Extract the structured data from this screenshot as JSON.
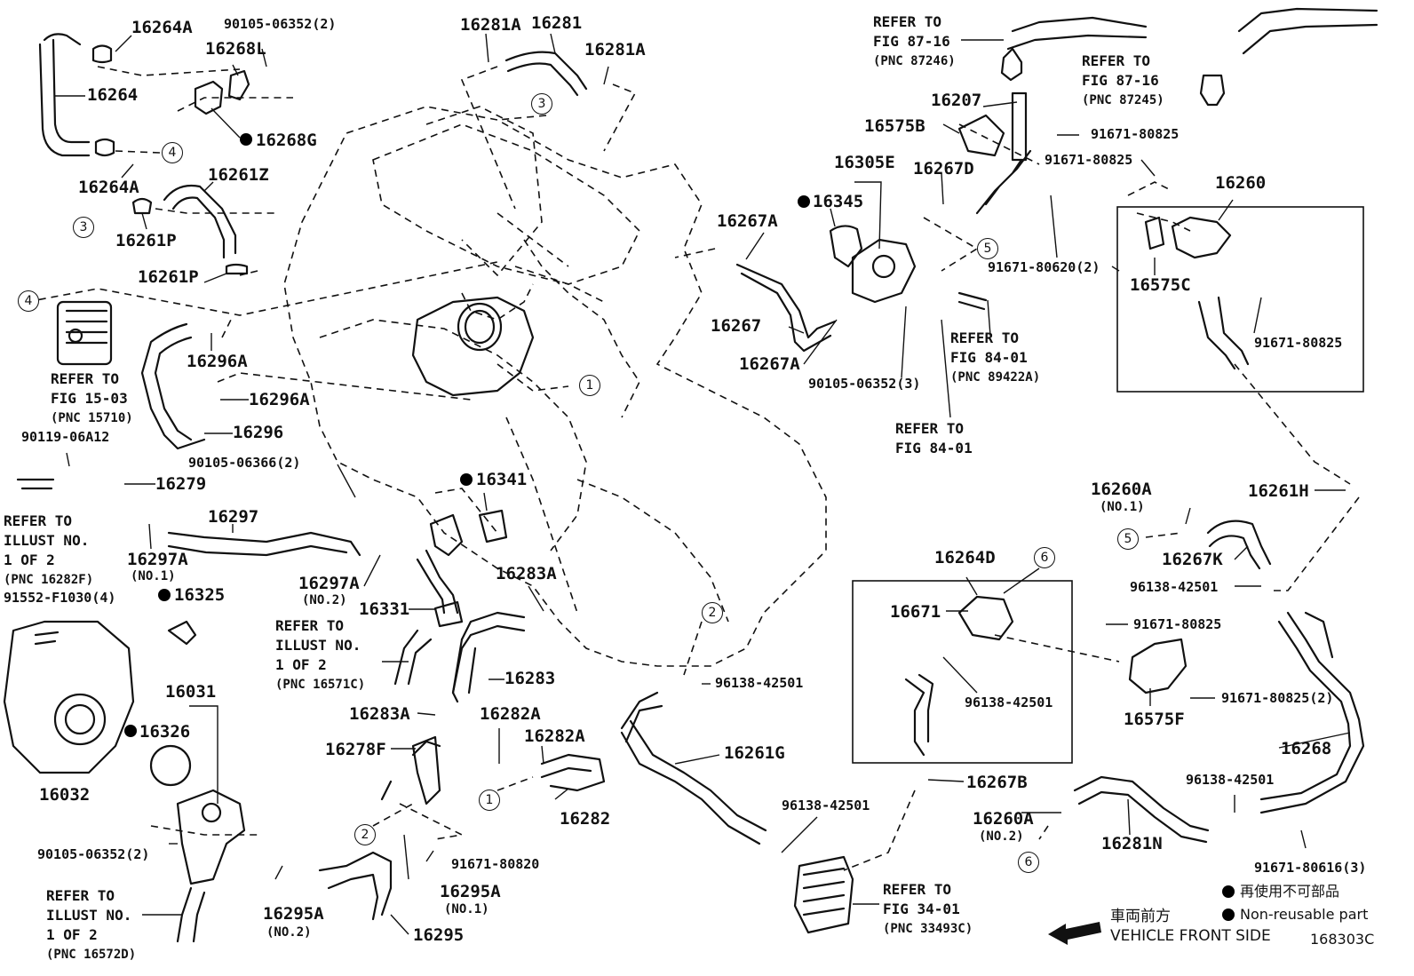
{
  "diagram_id": "168303C",
  "legend": {
    "ja": "再使用不可部品",
    "en": "Non-reusable part"
  },
  "front": {
    "ja": "車両前方",
    "en": "VEHICLE FRONT SIDE"
  },
  "refs": {
    "fig8716_a": {
      "l1": "REFER TO",
      "l2": "FIG 87-16",
      "l3": "(PNC 87246)"
    },
    "fig8716_b": {
      "l1": "REFER TO",
      "l2": "FIG 87-16",
      "l3": "(PNC 87245)"
    },
    "fig1503": {
      "l1": "REFER TO",
      "l2": "FIG 15-03",
      "l3": "(PNC 15710)"
    },
    "illust_16282f": {
      "l1": "REFER TO",
      "l2": "ILLUST NO.",
      "l3": "1 OF 2",
      "l4": "(PNC 16282F)"
    },
    "illust_16571c": {
      "l1": "REFER TO",
      "l2": "ILLUST NO.",
      "l3": "1 OF 2",
      "l4": "(PNC 16571C)"
    },
    "illust_16572d": {
      "l1": "REFER TO",
      "l2": "ILLUST NO.",
      "l3": "1 OF 2",
      "l4": "(PNC 16572D)"
    },
    "fig8401_a": {
      "l1": "REFER TO",
      "l2": "FIG 84-01",
      "l3": "(PNC 89422A)"
    },
    "fig8401_b": {
      "l1": "REFER TO",
      "l2": "FIG 84-01"
    },
    "fig3401": {
      "l1": "REFER TO",
      "l2": "FIG 34-01",
      "l3": "(PNC 33493C)"
    }
  },
  "callouts": {
    "c1": "1",
    "c2": "2",
    "c3": "3",
    "c4": "4",
    "c5": "5",
    "c6": "6"
  },
  "parts": {
    "p16264A_1": "16264A",
    "p90105_06352_2": "90105-06352(2)",
    "p16268L": "16268L",
    "p16264": "16264",
    "p16268G": "16268G",
    "p16264A_2": "16264A",
    "p16261Z": "16261Z",
    "p16261P_1": "16261P",
    "p16261P_2": "16261P",
    "p16296A_1": "16296A",
    "p16296A_2": "16296A",
    "p16296": "16296",
    "p90119_06A12": "90119-06A12",
    "p16279": "16279",
    "p90105_06366_2": "90105-06366(2)",
    "p16297": "16297",
    "p16297A_1": "16297A",
    "p16297A_1_note": "(NO.1)",
    "p16297A_2": "16297A",
    "p16297A_2_note": "(NO.2)",
    "p91552": "91552-F1030(4)",
    "p16325": "16325",
    "p16331": "16331",
    "p16341": "16341",
    "p16283A_1": "16283A",
    "p16283": "16283",
    "p16283A_2": "16283A",
    "p16278F": "16278F",
    "p16282A_1": "16282A",
    "p16282A_2": "16282A",
    "p16282": "16282",
    "p16031": "16031",
    "p16326": "16326",
    "p16032": "16032",
    "p90105_06352_2b": "90105-06352(2)",
    "p16295A_1": "16295A",
    "p16295A_1_note": "(NO.2)",
    "p16295A_2": "16295A",
    "p16295A_2_note": "(NO.1)",
    "p91671_80820": "91671-80820",
    "p16295": "16295",
    "p16281A_1": "16281A",
    "p16281": "16281",
    "p16281A_2": "16281A",
    "p16207": "16207",
    "p16575B": "16575B",
    "p91671_80825_a": "91671-80825",
    "p91671_80825_b": "91671-80825",
    "p16305E": "16305E",
    "p16267D": "16267D",
    "p16345": "16345",
    "p16267A_1": "16267A",
    "p16267": "16267",
    "p16267A_2": "16267A",
    "p91671_80620_2": "91671-80620(2)",
    "p90105_06352_3": "90105-06352(3)",
    "p16260": "16260",
    "p16575C": "16575C",
    "p91671_80825_c": "91671-80825",
    "p16260A_1": "16260A",
    "p16260A_1_note": "(NO.1)",
    "p16261H": "16261H",
    "p16267K": "16267K",
    "p96138_42501_a": "96138-42501",
    "p16264D": "16264D",
    "p16671": "16671",
    "p96138_42501_b": "96138-42501",
    "p91671_80825_d": "91671-80825",
    "p91671_80825_2": "91671-80825(2)",
    "p16575F": "16575F",
    "p16268": "16268",
    "p96138_42501_c": "96138-42501",
    "p16261G": "16261G",
    "p96138_42501_d": "96138-42501",
    "p16267B": "16267B",
    "p96138_42501_e": "96138-42501",
    "p16260A_2": "16260A",
    "p16260A_2_note": "(NO.2)",
    "p16281N": "16281N",
    "p91671_80616_3": "91671-80616(3)"
  }
}
